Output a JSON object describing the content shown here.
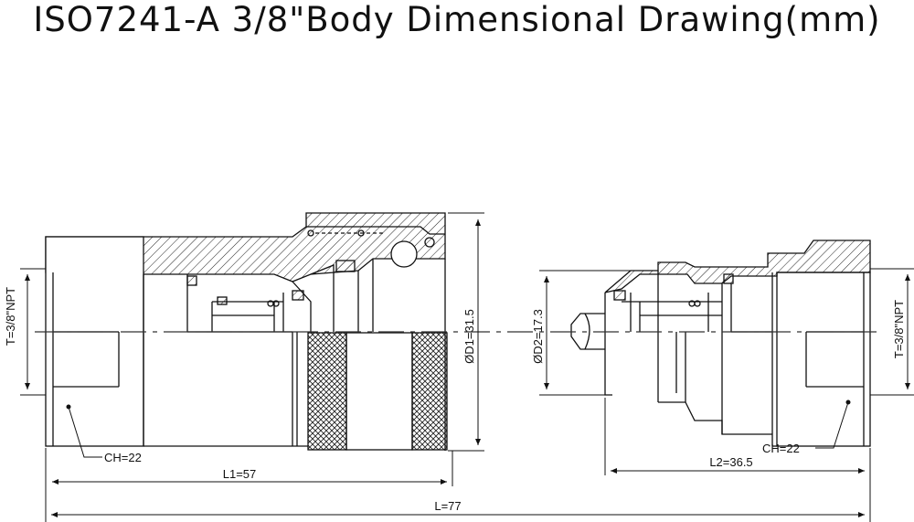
{
  "title": "ISO7241-A 3/8\"Body Dimensional Drawing(mm)",
  "coupler": {
    "thread": "T=3/8\"NPT",
    "hex": "CH=22",
    "length": "L1=57",
    "diameter": "ØD1=31.5"
  },
  "nipple": {
    "thread": "T=3/8\"NPT",
    "hex": "CH=22",
    "length": "L2=36.5",
    "diameter": "ØD2=17.3"
  },
  "overall": {
    "length": "L=77"
  }
}
